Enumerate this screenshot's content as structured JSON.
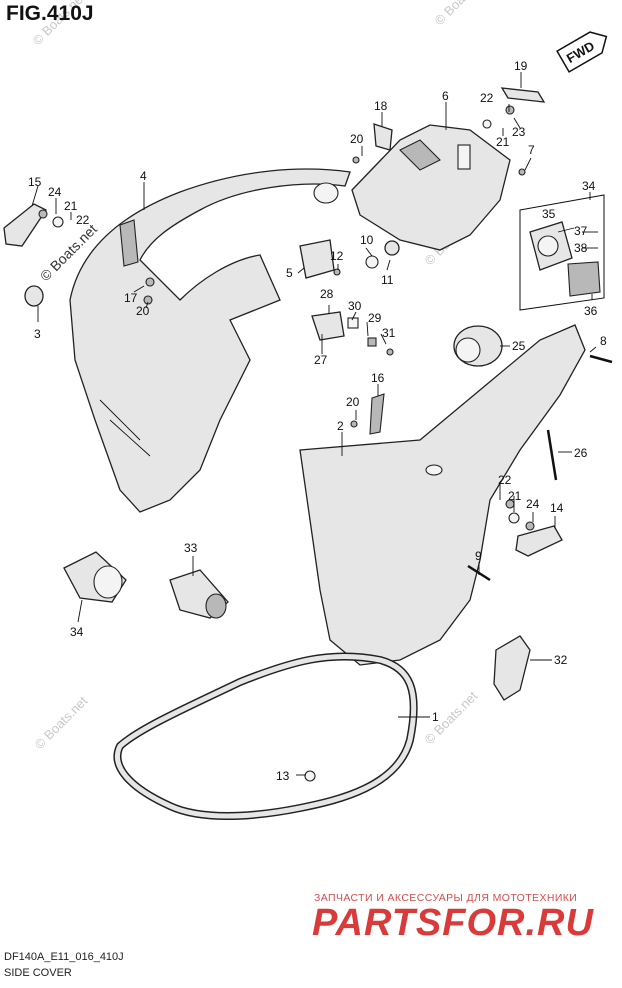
{
  "header": {
    "figure": "FIG.410J"
  },
  "footer": {
    "model": "DF140A_E11_016_410J",
    "section": "SIDE COVER"
  },
  "badge": {
    "text": "FWD"
  },
  "watermark": {
    "text": "© Boats.net"
  },
  "shop": {
    "subtitle": "ЗАПЧАСТИ И АКСЕССУАРЫ ДЛЯ МОТОТЕХНИКИ",
    "name": "PARTSFOR.RU"
  },
  "callouts": [
    "1",
    "2",
    "3",
    "4",
    "5",
    "6",
    "7",
    "8",
    "9",
    "10",
    "11",
    "12",
    "13",
    "14",
    "15",
    "16",
    "17",
    "18",
    "19",
    "20",
    "21",
    "22",
    "23",
    "24",
    "25",
    "26",
    "27",
    "28",
    "29",
    "30",
    "31",
    "32",
    "33",
    "34",
    "35",
    "36",
    "37",
    "38"
  ]
}
